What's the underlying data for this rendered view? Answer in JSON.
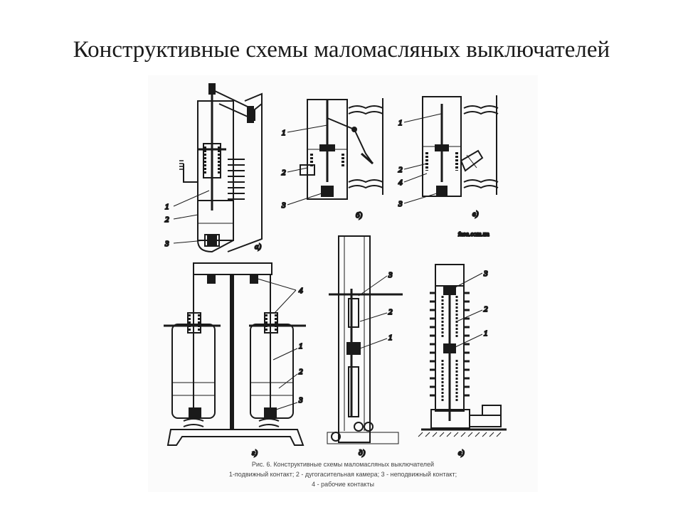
{
  "title": "Конструктивные схемы маломасляных выключателей",
  "figure": {
    "panels": {
      "a": {
        "label": "а)",
        "numbers": [
          "1",
          "2",
          "3"
        ]
      },
      "b": {
        "label": "б)",
        "numbers": [
          "1",
          "2",
          "3"
        ]
      },
      "v": {
        "label": "в)",
        "numbers": [
          "1",
          "2",
          "4",
          "3"
        ]
      },
      "g": {
        "label": "г)",
        "numbers": [
          "4",
          "1",
          "2",
          "3"
        ]
      },
      "d": {
        "label": "д)",
        "numbers": [
          "3",
          "2",
          "1"
        ]
      },
      "e": {
        "label": "е)",
        "numbers": [
          "3",
          "2",
          "1"
        ]
      }
    },
    "watermark": "fasa.com.ua",
    "caption": {
      "line1": "Рис. 6. Конструктивные схемы маломасляных выключателей",
      "line2": "1-подвижный контакт; 2 - дугогасительная камера; 3 - неподвижный контакт;",
      "line3": "4 - рабочие контакты"
    }
  }
}
